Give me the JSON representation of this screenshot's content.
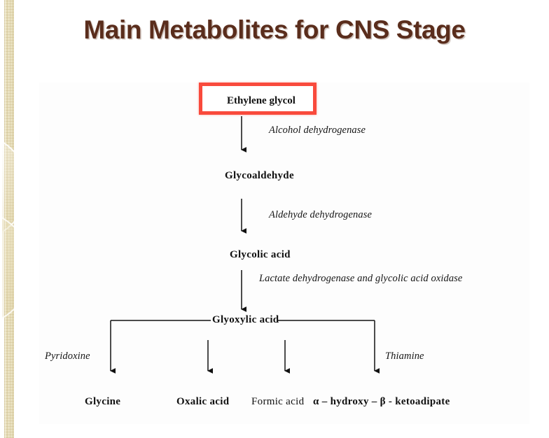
{
  "slide": {
    "title": "Main Metabolites for CNS Stage",
    "title_color": "#5a2d1c",
    "background_color": "#ffffff",
    "edge_strip_color": "#e8dfba"
  },
  "diagram": {
    "type": "metabolic-pathway-flowchart",
    "highlight_color": "#f94a3c",
    "nodes": [
      {
        "id": "ethylene-glycol",
        "label": "Ethylene glycol",
        "highlighted": true
      },
      {
        "id": "glycoaldehyde",
        "label": "Glycoaldehyde",
        "highlighted": false
      },
      {
        "id": "glycolic-acid",
        "label": "Glycolic acid",
        "highlighted": false
      },
      {
        "id": "glyoxylic-acid",
        "label": "Glyoxylic acid",
        "highlighted": false
      },
      {
        "id": "glycine",
        "label": "Glycine",
        "highlighted": false
      },
      {
        "id": "oxalic-acid",
        "label": "Oxalic acid",
        "highlighted": false
      },
      {
        "id": "formic-acid",
        "label": "Formic acid",
        "highlighted": false
      },
      {
        "id": "ketoadipate",
        "label": "α – hydroxy – β - ketoadipate",
        "highlighted": false
      }
    ],
    "enzymes": [
      {
        "id": "alcohol-dehydrogenase",
        "label": "Alcohol dehydrogenase"
      },
      {
        "id": "aldehyde-dehydrogenase",
        "label": "Aldehyde dehydrogenase"
      },
      {
        "id": "lactate-dehydrogenase",
        "label": "Lactate dehydrogenase and glycolic acid oxidase"
      },
      {
        "id": "pyridoxine",
        "label": "Pyridoxine"
      },
      {
        "id": "thiamine",
        "label": "Thiamine"
      }
    ]
  }
}
